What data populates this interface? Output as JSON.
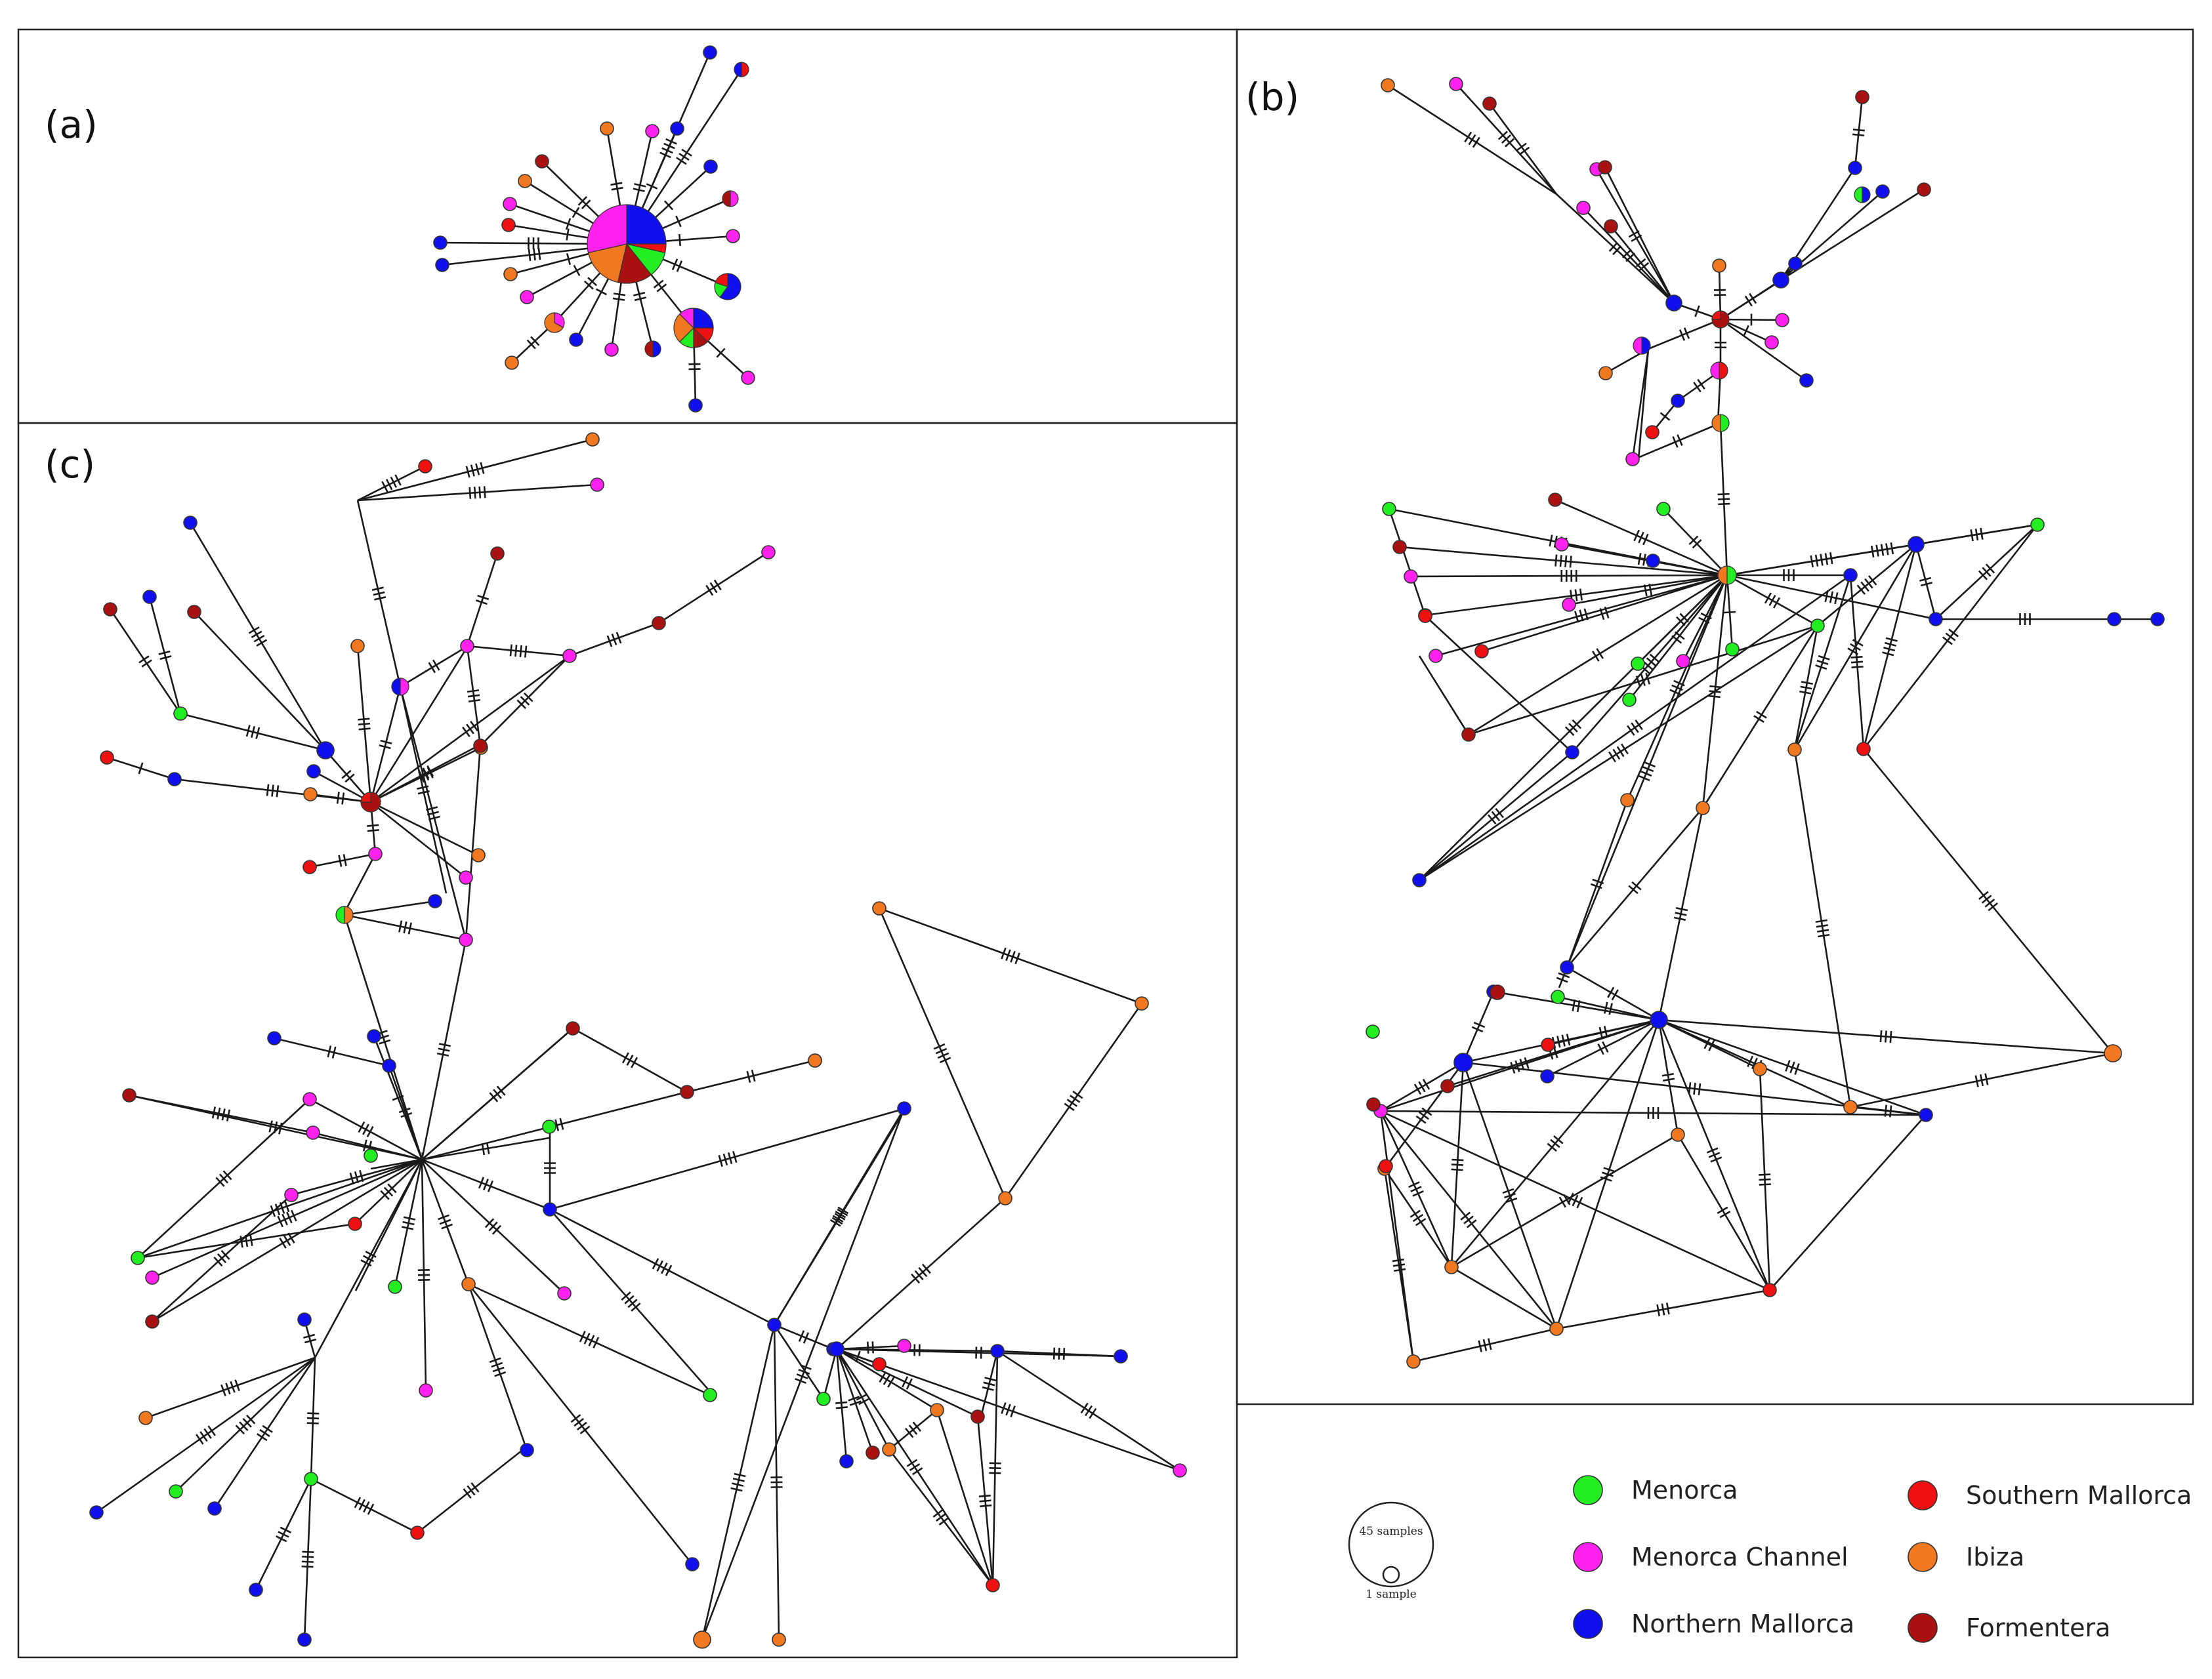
{
  "panels": {
    "a": {
      "label": "(a)"
    },
    "b": {
      "label": "(b)"
    },
    "c": {
      "label": "(c)"
    }
  },
  "legend": {
    "items": [
      {
        "key": "menorca",
        "label": "Menorca",
        "color": "#22ee22"
      },
      {
        "key": "menorca_channel",
        "label": "Menorca Channel",
        "color": "#ff22ee"
      },
      {
        "key": "northern_mallorca",
        "label": "Northern Mallorca",
        "color": "#1010ee"
      },
      {
        "key": "southern_mallorca",
        "label": "Southern Mallorca",
        "color": "#ee1111"
      },
      {
        "key": "ibiza",
        "label": "Ibiza",
        "color": "#f07820"
      },
      {
        "key": "formentera",
        "label": "Formentera",
        "color": "#aa1111"
      }
    ],
    "scale": {
      "large": "45 samples",
      "small": "1 sample"
    }
  }
}
